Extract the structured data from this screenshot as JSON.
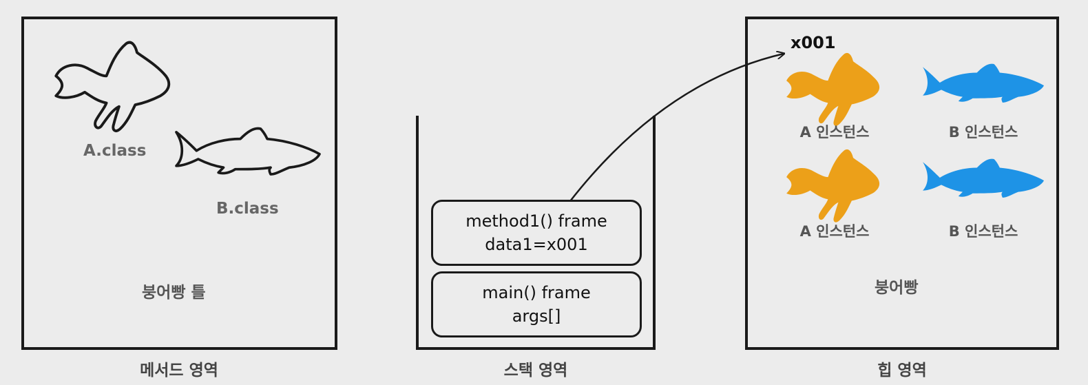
{
  "method_area": {
    "caption": "메서드 영역",
    "class_a_label": "A.class",
    "class_b_label": "B.class",
    "mold_label": "붕어빵 틀"
  },
  "stack_area": {
    "caption": "스택 영역",
    "frames": [
      {
        "title": "method1() frame",
        "content": "data1=x001"
      },
      {
        "title": "main() frame",
        "content": "args[]"
      }
    ]
  },
  "heap_area": {
    "caption": "힙 영역",
    "address_label": "x001",
    "instances": [
      {
        "label": "A 인스턴스"
      },
      {
        "label": "B 인스턴스"
      },
      {
        "label": "A 인스턴스"
      },
      {
        "label": "B 인스턴스"
      }
    ],
    "bread_label": "붕어빵"
  },
  "colors": {
    "goldfish": "#eca019",
    "blue_fish": "#1e93e6",
    "outline": "#1a1a1a"
  }
}
